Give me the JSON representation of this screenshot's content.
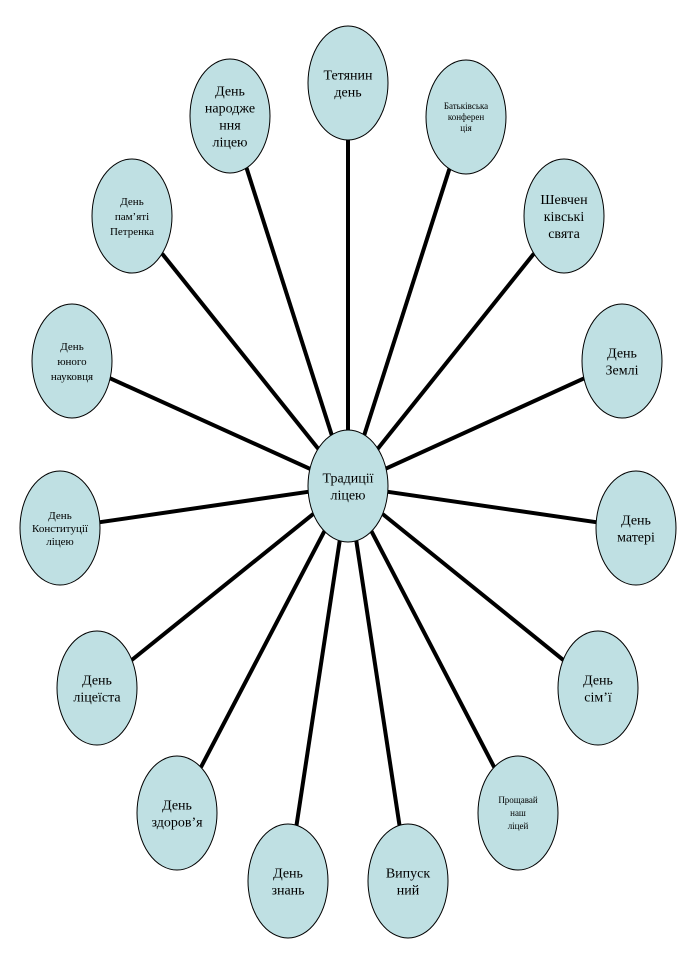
{
  "center": {
    "id": "center",
    "lines": [
      "Традиції",
      "ліцею"
    ]
  },
  "nodes": [
    {
      "id": "tetianyn-den",
      "lines": [
        "Тетянин",
        "день"
      ]
    },
    {
      "id": "batkivska-konferentsiia",
      "lines": [
        "Батьківська",
        "конферен",
        "ція"
      ]
    },
    {
      "id": "shevchenkivski-sviata",
      "lines": [
        "Шевчен",
        "ківські",
        "свята"
      ]
    },
    {
      "id": "den-zemli",
      "lines": [
        "День",
        "Землі"
      ]
    },
    {
      "id": "den-materi",
      "lines": [
        "День",
        "матері"
      ]
    },
    {
      "id": "den-simi",
      "lines": [
        "День",
        "сім’ї"
      ]
    },
    {
      "id": "proshchavai-nash-litsei",
      "lines": [
        "Прощавай",
        "наш",
        "ліцей"
      ]
    },
    {
      "id": "vypusknyi",
      "lines": [
        "Випуск",
        "ний"
      ]
    },
    {
      "id": "den-znan",
      "lines": [
        "День",
        "знань"
      ]
    },
    {
      "id": "den-zdorovia",
      "lines": [
        "День",
        "здоров’я"
      ]
    },
    {
      "id": "den-litseista",
      "lines": [
        "День",
        "ліцеїста"
      ]
    },
    {
      "id": "den-konstytutsii-litseiu",
      "lines": [
        "День",
        "Конституції",
        "ліцею"
      ]
    },
    {
      "id": "den-yunoho-naukovtsia",
      "lines": [
        "День",
        "юного",
        "науковця"
      ]
    },
    {
      "id": "den-pamiati-petrenka",
      "lines": [
        "День",
        "пам’яті",
        "Петренка"
      ]
    },
    {
      "id": "den-narodzhennia-litseiu",
      "lines": [
        "День",
        "народже",
        "ння",
        "ліцею"
      ]
    }
  ]
}
